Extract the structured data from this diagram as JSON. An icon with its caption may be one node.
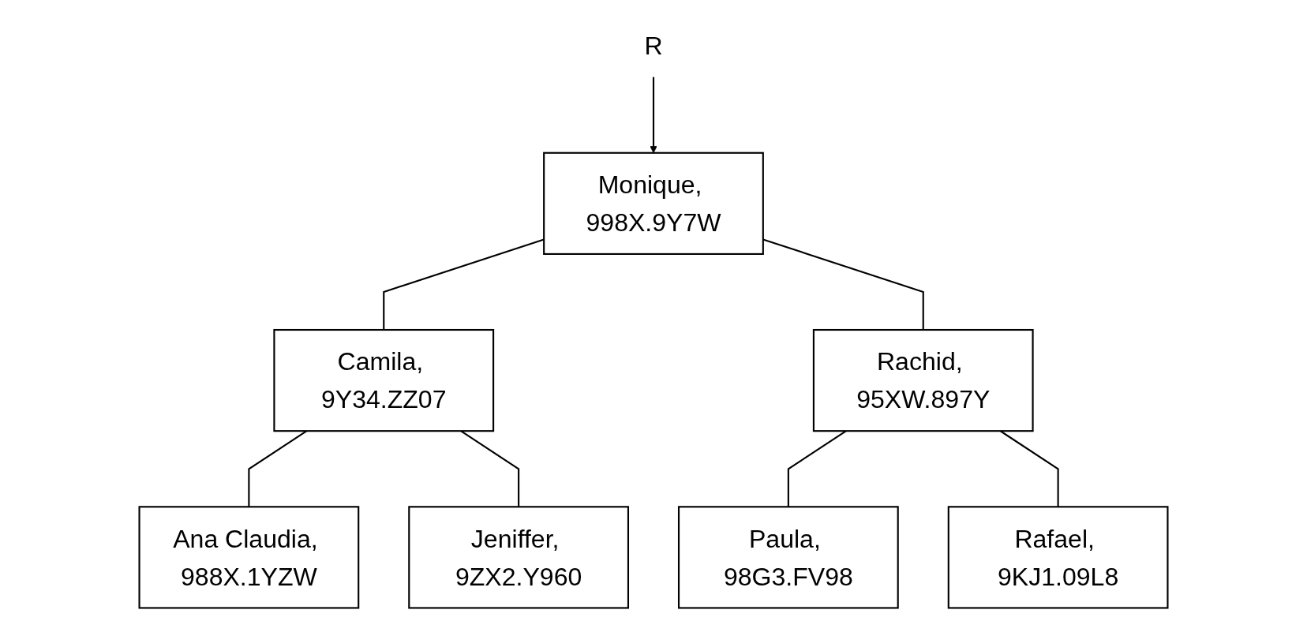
{
  "diagram": {
    "nodes": [
      {
        "text": [
          "R"
        ]
      },
      {
        "text": [
          "Monique, 998X.9Y7W"
        ]
      },
      {
        "text": [
          "Camila, 9Y34.ZZ07"
        ]
      },
      {
        "text": [
          "Rachid, 95XW.897Y"
        ]
      },
      {
        "text": [
          "Ana Claudia, 988X.1YZW"
        ]
      },
      {
        "text": [
          "Jeniffer, 9ZX2.Y960"
        ]
      },
      {
        "text": [
          "Paula, 98G3.FV98"
        ]
      },
      {
        "text": [
          "Rafael, 9KJ1.09L8"
        ]
      }
    ],
    "edges": [
      {
        "from": 0,
        "to": 1,
        "arrow": "to"
      },
      {
        "from": 1,
        "to": 2,
        "arrow": "none"
      },
      {
        "from": 1,
        "to": 3,
        "arrow": "none"
      },
      {
        "from": 2,
        "to": 4,
        "arrow": "none"
      },
      {
        "from": 2,
        "to": 5,
        "arrow": "none"
      },
      {
        "from": 3,
        "to": 6,
        "arrow": "none"
      },
      {
        "from": 3,
        "to": 7,
        "arrow": "none"
      }
    ]
  }
}
